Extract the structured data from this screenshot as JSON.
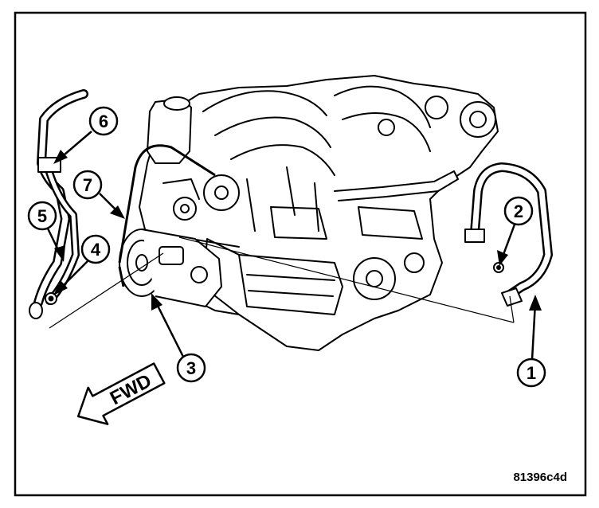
{
  "diagram": {
    "figure_id": "81396c4d",
    "direction_label": "FWD",
    "callouts": [
      {
        "id": "1",
        "label": "1"
      },
      {
        "id": "2",
        "label": "2"
      },
      {
        "id": "3",
        "label": "3"
      },
      {
        "id": "4",
        "label": "4"
      },
      {
        "id": "5",
        "label": "5"
      },
      {
        "id": "6",
        "label": "6"
      },
      {
        "id": "7",
        "label": "7"
      }
    ]
  }
}
